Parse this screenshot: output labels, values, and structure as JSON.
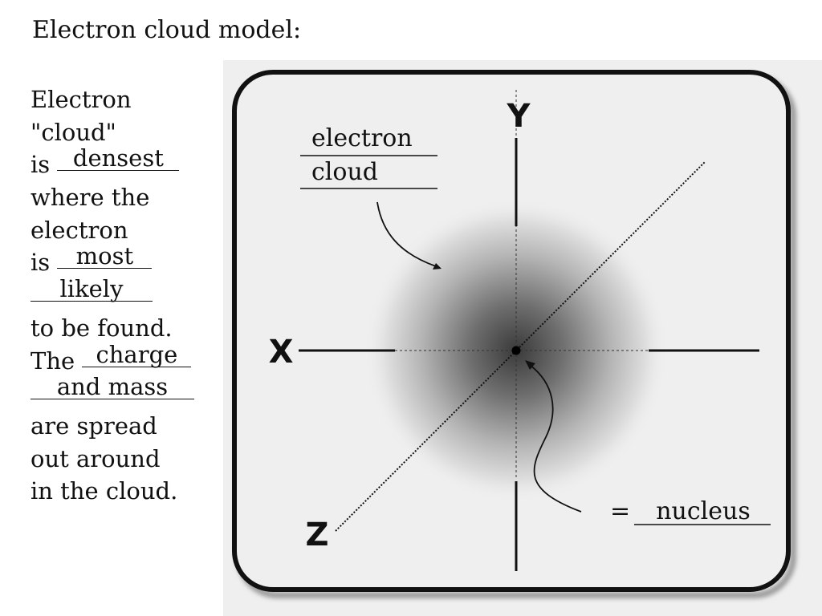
{
  "title": "Electron cloud model:",
  "notes": {
    "l1": "Electron",
    "l2": "\"cloud\"",
    "l3_prefix": "is",
    "blank_densest": "densest",
    "l4": "where the",
    "l5": "electron",
    "l6_prefix": "is",
    "blank_most": "most",
    "blank_likely": "likely",
    "l8": "to be found.",
    "l9_prefix": "The",
    "blank_charge": "charge",
    "blank_mass": "and mass",
    "l11": "are spread",
    "l12": "out around",
    "l13": "in the cloud."
  },
  "diagram": {
    "axis_y": "Y",
    "axis_x": "X",
    "axis_z": "Z",
    "cloud_label_1": "electron",
    "cloud_label_2": "cloud",
    "equals": "=",
    "nucleus_label": "nucleus",
    "colors": {
      "frame": "#111111",
      "panel": "#efefef",
      "cloud_center": "#3a3a3a"
    }
  }
}
